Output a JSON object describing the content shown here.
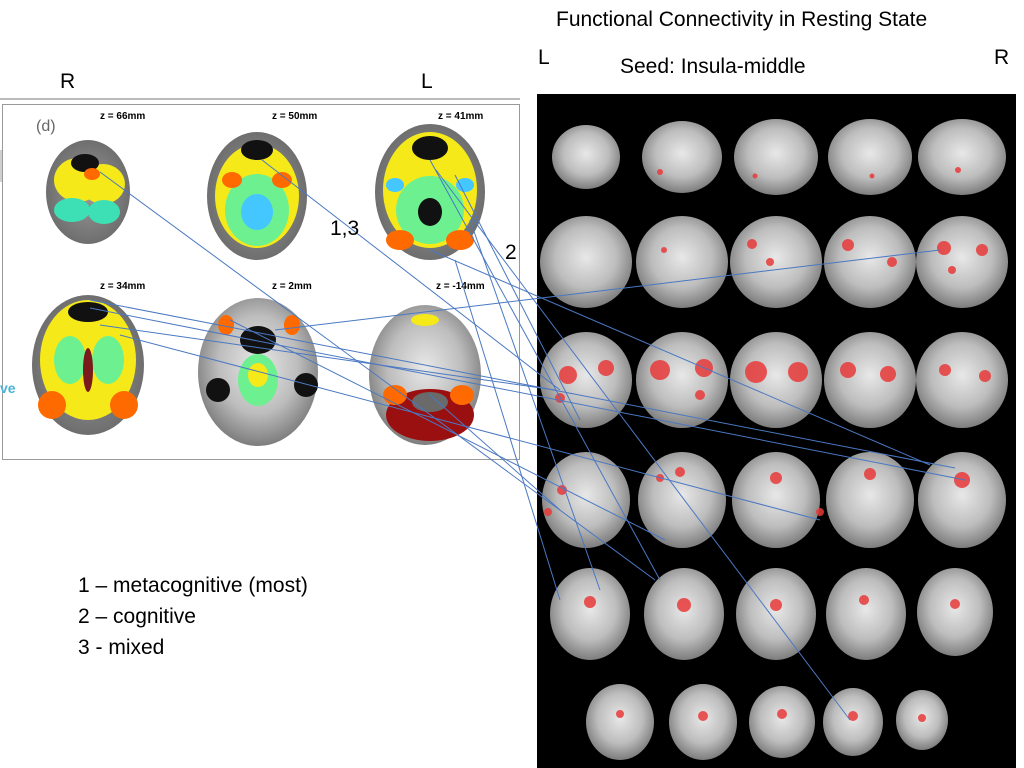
{
  "header": {
    "title": "Functional Connectivity in Resting State",
    "seed": "Seed: Insula-middle",
    "right_panel_left": "L",
    "right_panel_right": "R"
  },
  "left_panel": {
    "orient_left": "R",
    "orient_right": "L",
    "panel_label": "(d)",
    "side_text": "ve",
    "slices": [
      {
        "z": "z = 66mm"
      },
      {
        "z": "z = 50mm"
      },
      {
        "z": "z = 41mm"
      },
      {
        "z": "z = 34mm"
      },
      {
        "z": "z = 2mm"
      },
      {
        "z": "z = -14mm"
      }
    ]
  },
  "annotations": {
    "a13": "1,3",
    "a2": "2"
  },
  "legend": {
    "items": [
      "1 – metacognitive (most)",
      "2 – cognitive",
      "3 - mixed"
    ]
  },
  "colors": {
    "line": "#4a78c2",
    "activation": "#e83a3a",
    "background_right": "#000000"
  }
}
